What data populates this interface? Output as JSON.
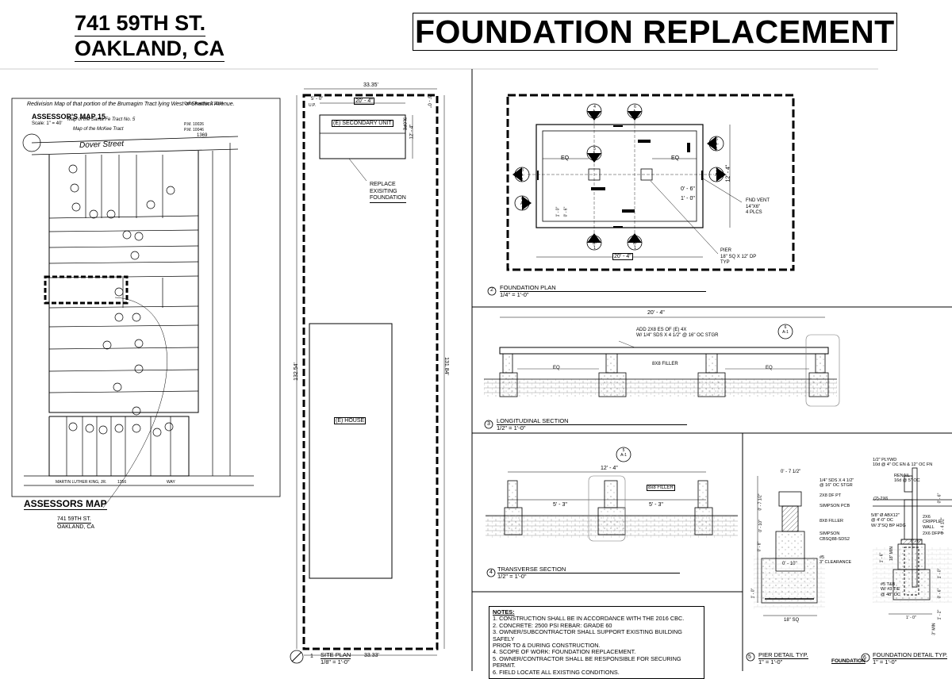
{
  "header": {
    "address_line1": "741 59TH ST.",
    "address_line2": "OAKLAND, CA",
    "title": "FOUNDATION REPLACEMENT"
  },
  "assessor_map": {
    "map_title": "ASSESSOR'S MAP 15",
    "scale": "Scale: 1\" = 40'",
    "code_area": "Code Area No. 17-001",
    "heading_line1": "Redivision Map of that portion of the Brumagim Tract lying West of Shattuck Avenue.",
    "heading_line2": "Map of the Santa Fe Tract No. 5",
    "heading_line3": "Map of the McKee Tract",
    "pm_1": "P.M. 10026",
    "pm_2": "P.M. 10046",
    "block_no": "1369",
    "street_top": "Dover Street",
    "street_bottom": "MARTIN LUTHER KING, JR.",
    "street_bottom_2": "WAY",
    "street_bottom_no": "1356",
    "lot_numbers": [
      "1",
      "2",
      "3",
      "4",
      "5",
      "6",
      "7",
      "8",
      "9",
      "10",
      "11",
      "12",
      "13",
      "14",
      "15",
      "16",
      "17",
      "18",
      "19",
      "20",
      "21",
      "22",
      "23",
      "24",
      "25",
      "26",
      "27",
      "28"
    ],
    "caption": "ASSESSORS MAP",
    "address_line1": "741 59TH ST.",
    "address_line2": "OAKLAND, CA"
  },
  "site_plan": {
    "dim_top": "33.35'",
    "dim_bottom": "33.33'",
    "dim_left": "132.54'",
    "dim_right": "131.84'",
    "dim_unit_width": "20' - 4\"",
    "dim_setback_small": "5' - 0\"",
    "dim_setback_right": "5' - 0\"",
    "dim_unit_depth": "12' - 4\"",
    "slope_label": "SLOPE",
    "ulp_label": "U.P.",
    "secondary_unit": "(E) SECONDARY UNIT",
    "house": "(E) HOUSE",
    "replace_note": [
      "REPLACE",
      "EXISITING",
      "FOUNDATION"
    ],
    "detail_no": "1",
    "title": "SITE PLAN",
    "scale": "1/8\" = 1'-0\""
  },
  "foundation_plan": {
    "detail_no": "2",
    "title": "FOUNDATION PLAN",
    "scale": "1/4\" = 1'-0\"",
    "dim_width": "20' - 4\"",
    "dim_depth": "12' - 4\"",
    "eq": "EQ",
    "dim_1": "0' - 6\"",
    "dim_2": "1' - 0\"",
    "dim_3": "1' - 0\"",
    "dim_4": "0' - 6\"",
    "vent_note": [
      "FND VENT",
      "14\"X6\"",
      "4 PLCS"
    ],
    "pier_note": [
      "PIER",
      "18\" SQ X 12\" DP",
      "TYP"
    ],
    "section_tags": [
      {
        "num": "4",
        "sheet": "A-1"
      },
      {
        "num": "6",
        "sheet": "A-1"
      },
      {
        "num": "5",
        "sheet": "A-1"
      },
      {
        "num": "3",
        "sheet": "A-1"
      },
      {
        "num": "6",
        "sheet": "A-1"
      },
      {
        "num": "3",
        "sheet": "A-1"
      },
      {
        "num": "4",
        "sheet": "A-1"
      },
      {
        "num": "6",
        "sheet": "A-1"
      },
      {
        "num": "6",
        "sheet": "A-1"
      }
    ]
  },
  "longitudinal_section": {
    "detail_no": "3",
    "title": "LONGITUDINAL SECTION",
    "scale": "1/2\" = 1'-0\"",
    "dim_width": "20' - 4\"",
    "note": [
      "ADD 2X8 ES OF (E) 4X",
      "W/ 1/4\" SDS X 4 1/2\" @ 16\" OC STGR"
    ],
    "filler": "8X8 FILLER",
    "eq": "EQ",
    "tag": {
      "num": "6",
      "sheet": "A-1"
    }
  },
  "transverse_section": {
    "detail_no": "4",
    "title": "TRANSVERSE SECTION",
    "scale": "1/2\" = 1'-0\"",
    "dim_width": "12' - 4\"",
    "dim_left": "5' - 3\"",
    "dim_right": "5' - 3\"",
    "filler": "8x8 FILLER",
    "tag": {
      "num": "5",
      "sheet": "A-1"
    }
  },
  "pier_detail": {
    "detail_no": "5",
    "title": "PIER DETAIL TYP.",
    "scale": "1\" = 1'-0\"",
    "dims": [
      "0' - 7 1/2\"",
      "0' - 7 1/2\"",
      "0' - 10\"",
      "0' - 8\"",
      "0' - 10\"",
      "1' - 0\"",
      "18\" SQ"
    ],
    "notes": [
      "1/4\" SDS X 4 1/2\"",
      "@ 16\" OC STGR",
      "2X8 DF PT",
      "SIMPSON PCB",
      "8X8 FILLER",
      "SIMPSON",
      "CBSQ88-SDS2",
      "#5",
      "3\" CLEARANCE"
    ]
  },
  "foundation_detail": {
    "detail_no": "6",
    "title": "FOUNDATION DETAIL TYP.",
    "scale": "1\" = 1'-0\"",
    "notes": [
      "1/2\" PLYWD",
      "10d @ 4\" OC EN & 12\" OC FN",
      "RENAIL",
      "16d @ 5\" OC",
      "(2)-2X6",
      "2X6",
      "CRIPPLE",
      "WALL",
      "5/8\" Ø ABX12\"",
      "@ 4'-0\" OC",
      "W/ 3\"SQ BP HDG",
      "2X6 DFPT",
      "#5 T&B",
      "W/ #3 TIE",
      "@ 48\" OC"
    ],
    "dims": [
      "0' - 6\"",
      "1' - 0\"",
      "18\" MIN",
      "1' - 6\"",
      "3\" MIN",
      "0' - 6\"",
      "0' - 4 1/2\"",
      "1' - 0\"",
      "0' - 6\"",
      "1' - 2\""
    ],
    "sheet_label": "FOUNDATION"
  },
  "notes": {
    "heading": "NOTES:",
    "items": [
      "1. CONSTRUCTION SHALL BE IN ACCORDANCE WITH THE 2016 CBC.",
      "2. CONCRETE: 2500 PSI    REBAR: GRADE 60",
      "3. OWNER/SUBCONTRACTOR  SHALL SUPPORT EXISTING BUILDING SAFELY",
      "PRIOR TO & DURING CONSTRUCTION.",
      "4. SCOPE OF WORK: FOUNDATION REPLACEMENT.",
      "5. OWNER/CONTRACTOR SHALL BE RESPONSIBLE FOR SECURING PERMIT.",
      "6. FIELD LOCATE ALL EXISTING CONDITIONS."
    ]
  }
}
